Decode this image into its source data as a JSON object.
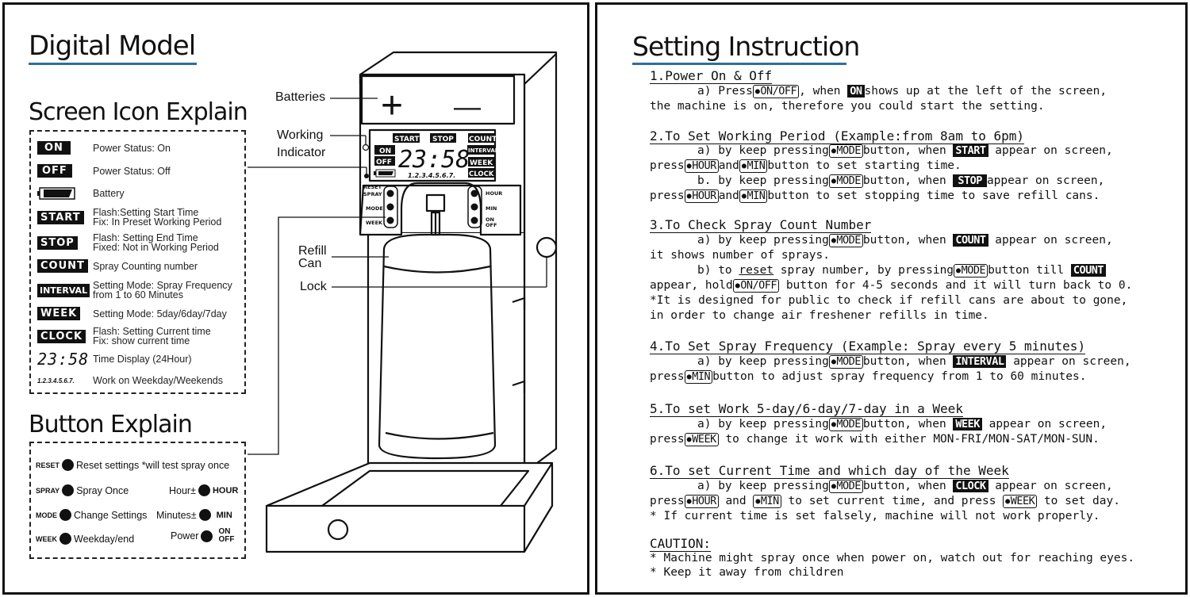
{
  "left": {
    "title": "Digital Model",
    "screen_heading": "Screen Icon Explain",
    "icons": [
      {
        "icon": "ON",
        "desc": "Power Status: On"
      },
      {
        "icon": "OFF",
        "desc": "Power Status: Off"
      },
      {
        "icon": "battery-icon",
        "desc": "Battery"
      },
      {
        "icon": "START",
        "desc": "Flash:Setting Start Time",
        "desc2": "Fix: In Preset Working Period"
      },
      {
        "icon": "STOP",
        "desc": "Flash: Setting End Time",
        "desc2": "Fixed: Not in Working Period"
      },
      {
        "icon": "COUNT",
        "desc": "Spray Counting number"
      },
      {
        "icon": "INTERVAL",
        "desc": "Setting Mode: Spray Frequency",
        "desc2": "from 1 to 60 Minutes"
      },
      {
        "icon": "WEEK",
        "desc": "Setting Mode: 5day/6day/7day"
      },
      {
        "icon": "CLOCK",
        "desc": "Flash: Setting Current time",
        "desc2": "Fix: show current time"
      },
      {
        "icon": "23:58",
        "desc": "Time Display (24Hour)"
      },
      {
        "icon": "1.2.3.4.5.6.7.",
        "desc": "Work on Weekday/Weekends"
      }
    ],
    "button_heading": "Button Explain",
    "buttons": {
      "reset_key": "RESET",
      "reset_desc": "Reset settings *will test spray once",
      "spray_key": "SPRAY",
      "spray_desc": "Spray Once",
      "hour_desc": "Hour±",
      "hour_key": "HOUR",
      "mode_key": "MODE",
      "mode_desc": "Change Settings",
      "min_desc": "Minutes±",
      "min_key": "MIN",
      "week_key": "WEEK",
      "week_desc": "Weekday/end",
      "power_desc": "Power",
      "power_key_1": "ON",
      "power_key_2": "OFF"
    },
    "device": {
      "label_batteries": "Batteries",
      "label_working_1": "Working",
      "label_working_2": "Indicator",
      "label_refill_1": "Refill",
      "label_refill_2": "Can",
      "label_lock": "Lock",
      "plus": "+",
      "minus": "—",
      "lcd_start": "START",
      "lcd_stop": "STOP",
      "lcd_count": "COUNT",
      "lcd_on": "ON",
      "lcd_off": "OFF",
      "lcd_interval": "INTERVAL",
      "lcd_week": "WEEK",
      "lcd_clock": "CLOCK",
      "lcd_time": "23:58",
      "lcd_days": "1.2.3.4.5.6.7.",
      "btn_reset": "RESET",
      "btn_spray": "SPRAY",
      "btn_mode": "MODE",
      "btn_week": "WEEK",
      "btn_hour": "HOUR",
      "btn_min": "MIN",
      "btn_on": "ON",
      "btn_off": "OFF"
    }
  },
  "right": {
    "title": "Setting Instruction",
    "s1": {
      "title": "1.Power On & Off",
      "l1_a": "a) Press",
      "k_onoff": "ON/OFF",
      "l1_b": ", when",
      "k_on": "ON",
      "l1_c": "shows up at the left of the screen,",
      "l2": "the machine is on, therefore you could start the setting."
    },
    "s2": {
      "title": "2.To Set Working Period (Example:from 8am to 6pm)",
      "a1": "a) by keep pressing",
      "k_mode": "MODE",
      "a2": "button, when",
      "k_start": "START",
      "a3": "appear on screen,",
      "b1": "press",
      "k_hour": "HOUR",
      "b2": "and",
      "k_min": "MIN",
      "b3": "button to set starting time.",
      "c1": "b. by keep pressing",
      "c2": "button, when",
      "k_stop": "STOP",
      "c3": "appear on screen,",
      "d1": "press",
      "d2": "and",
      "d3": "button to set stopping time to save refill cans."
    },
    "s3": {
      "title": "3.To Check Spray Count Number",
      "a1": "a) by keep pressing",
      "k_mode": "MODE",
      "a2": "button, when",
      "k_count": "COUNT",
      "a3": "appear on screen,",
      "b": "it shows number of sprays.",
      "c1": "b) to",
      "c_reset": "reset",
      "c2": "spray number, by pressing",
      "c3": "button till",
      "d1": "appear, hold",
      "k_onoff": "ON/OFF",
      "d2": "button for 4-5 seconds and it will turn back to 0.",
      "e": "*It is designed for public to check if refill cans are about to gone,",
      "f": "in order to change air freshener refills in time."
    },
    "s4": {
      "title": "4.To Set Spray Frequency (Example: Spray every 5 minutes)",
      "a1": "a) by keep pressing",
      "k_mode": "MODE",
      "a2": "button, when",
      "k_interval": "INTERVAL",
      "a3": "appear on screen,",
      "b1": "press",
      "k_min": "MIN",
      "b2": "button to adjust spray frequency from 1 to 60 minutes."
    },
    "s5": {
      "title": "5.To set Work 5-day/6-day/7-day in a Week",
      "a1": "a) by keep pressing",
      "k_mode": "MODE",
      "a2": "button, when",
      "k_week": "WEEK",
      "a3": "appear on screen,",
      "b1": "press",
      "b2": "to change it work with either MON-FRI/MON-SAT/MON-SUN."
    },
    "s6": {
      "title": "6.To set Current Time and which day of the Week",
      "a1": "a) by keep pressing",
      "k_mode": "MODE",
      "a2": "button, when",
      "k_clock": "CLOCK",
      "a3": "appear on screen,",
      "b1": "press",
      "k_hour": "HOUR",
      "b2": "and",
      "k_min": "MIN",
      "b3": "to set current time, and press",
      "k_week": "WEEK",
      "b4": "to set day.",
      "c": "* If current time is set falsely, machine will not work properly."
    },
    "caution": {
      "title": "CAUTION:",
      "l1": "* Machine might spray once when power on, watch out for reaching eyes.",
      "l2": "* Keep it away from children"
    }
  }
}
